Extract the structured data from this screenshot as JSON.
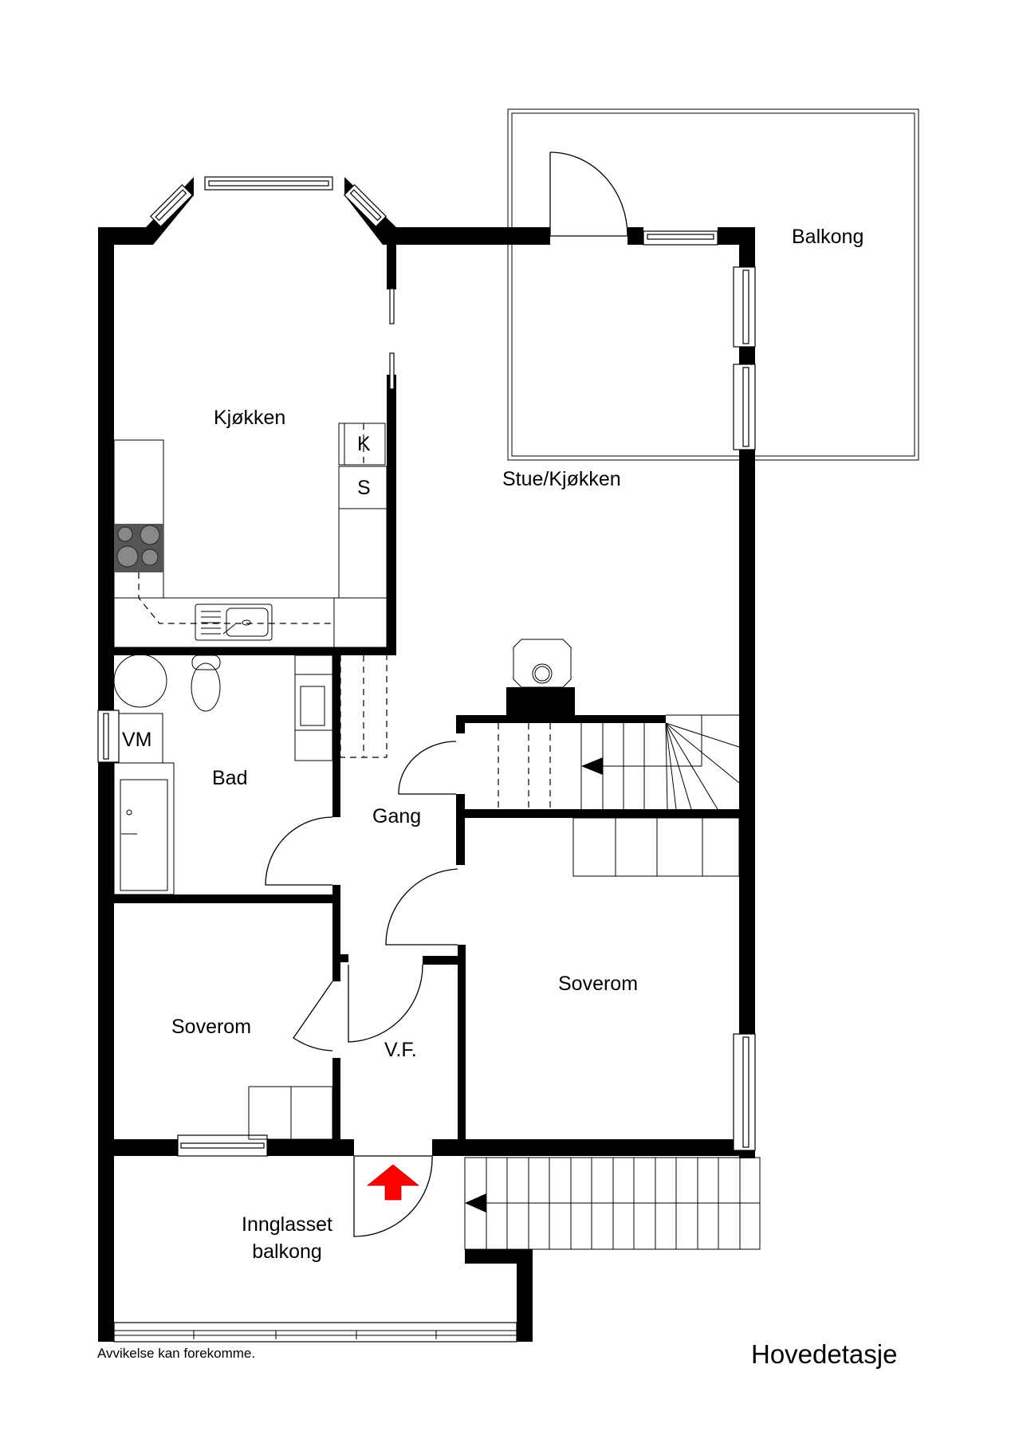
{
  "floor": {
    "title": "Hovedetasje",
    "disclaimer": "Avvikelse kan forekomme."
  },
  "rooms": {
    "kjokken": "Kjøkken",
    "stue": "Stue/Kjøkken",
    "balkong": "Balkong",
    "bad": "Bad",
    "vm": "VM",
    "gang": "Gang",
    "soverom_left": "Soverom",
    "soverom_right": "Soverom",
    "vf": "V.F.",
    "innglasset_line1": "Innglasset",
    "innglasset_line2": "balkong"
  },
  "appliances": {
    "fridge": "K",
    "freezer": "S"
  },
  "icons": {
    "entrance": "red-arrow-up",
    "stair_direction": "black-triangle-left"
  },
  "colors": {
    "wall": "#000000",
    "entrance_arrow": "#ff0000",
    "stove": "#555555",
    "background": "#ffffff"
  }
}
